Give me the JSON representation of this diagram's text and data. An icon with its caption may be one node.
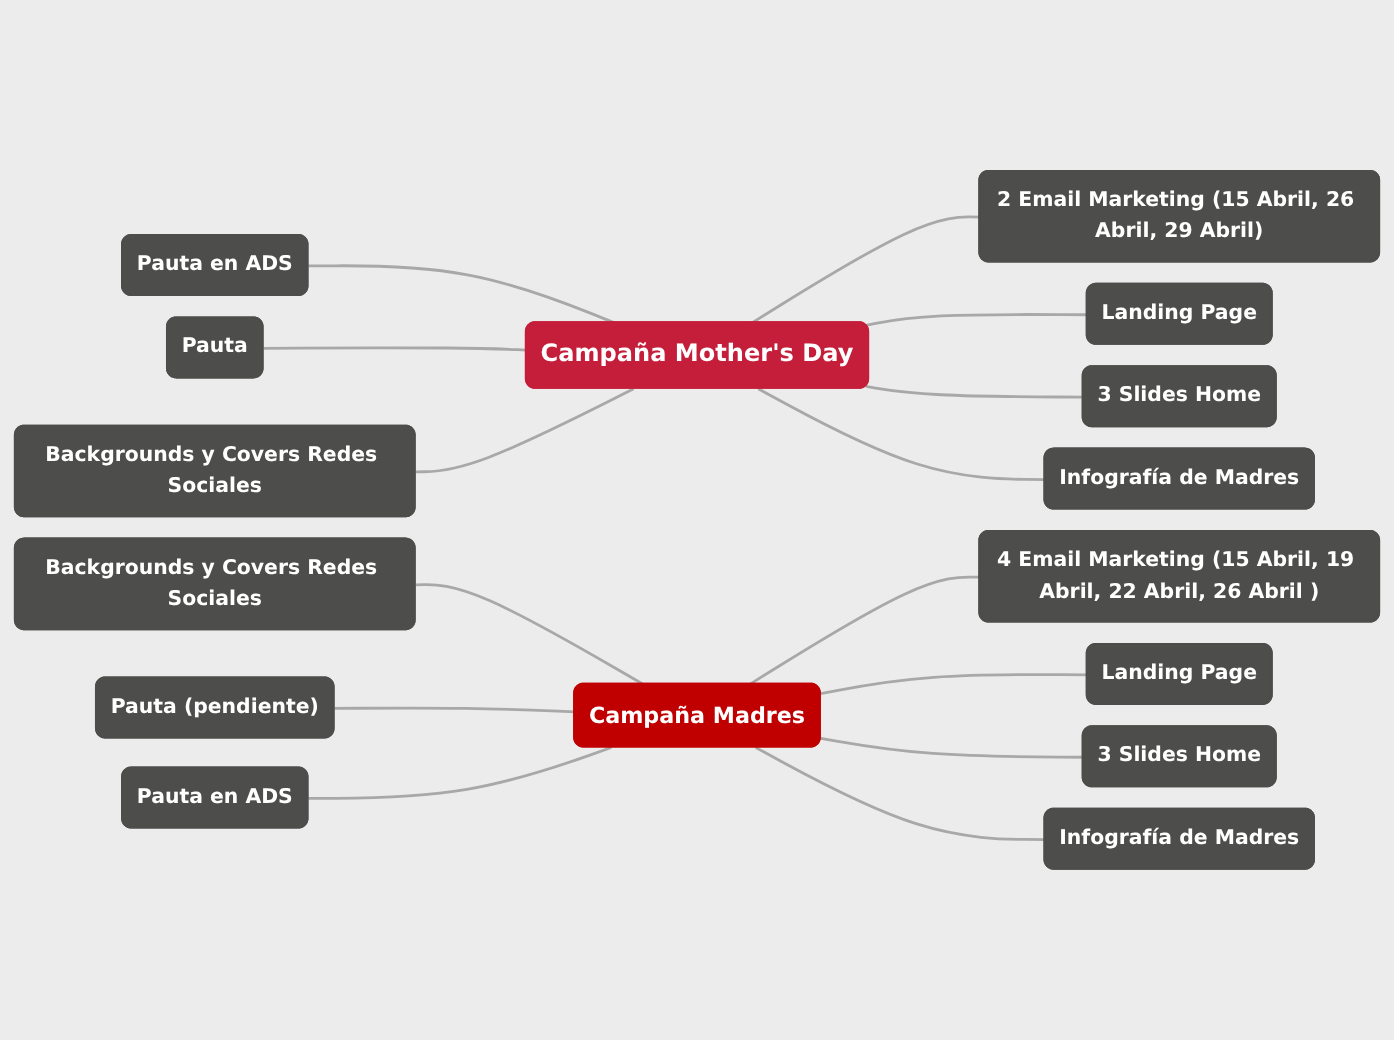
{
  "diagram": {
    "nodes": [
      {
        "text": [
          "Campaña Mother's Day"
        ]
      },
      {
        "text": [
          "Pauta en ADS"
        ]
      },
      {
        "text": [
          "Pauta"
        ]
      },
      {
        "text": [
          "Backgrounds y Covers Redes Sociales"
        ]
      },
      {
        "text": [
          "2 Email Marketing (15 Abril, 26 Abril, 29 Abril)"
        ]
      },
      {
        "text": [
          "Landing Page"
        ]
      },
      {
        "text": [
          "3 Slides Home"
        ]
      },
      {
        "text": [
          "Infografía de Madres"
        ]
      },
      {
        "text": [
          "Campaña Madres"
        ]
      },
      {
        "text": [
          "Backgrounds y Covers Redes Sociales"
        ]
      },
      {
        "text": [
          "Pauta (pendiente)"
        ]
      },
      {
        "text": [
          "Pauta en ADS"
        ]
      },
      {
        "text": [
          "4 Email Marketing (15 Abril, 19 Abril, 22 Abril, 26 Abril )"
        ]
      },
      {
        "text": [
          "Landing Page"
        ]
      },
      {
        "text": [
          "3 Slides Home"
        ]
      },
      {
        "text": [
          "Infografía de Madres"
        ]
      }
    ],
    "edges": [
      {
        "from": 1,
        "to": 0,
        "arrow": "none"
      },
      {
        "from": 2,
        "to": 0,
        "arrow": "none"
      },
      {
        "from": 3,
        "to": 0,
        "arrow": "none"
      },
      {
        "from": 0,
        "to": 4,
        "arrow": "none"
      },
      {
        "from": 0,
        "to": 5,
        "arrow": "none"
      },
      {
        "from": 0,
        "to": 6,
        "arrow": "none"
      },
      {
        "from": 0,
        "to": 7,
        "arrow": "none"
      },
      {
        "from": 9,
        "to": 8,
        "arrow": "none"
      },
      {
        "from": 10,
        "to": 8,
        "arrow": "none"
      },
      {
        "from": 11,
        "to": 8,
        "arrow": "none"
      },
      {
        "from": 8,
        "to": 12,
        "arrow": "none"
      },
      {
        "from": 8,
        "to": 13,
        "arrow": "none"
      },
      {
        "from": 8,
        "to": 14,
        "arrow": "none"
      },
      {
        "from": 8,
        "to": 15,
        "arrow": "none"
      }
    ]
  }
}
